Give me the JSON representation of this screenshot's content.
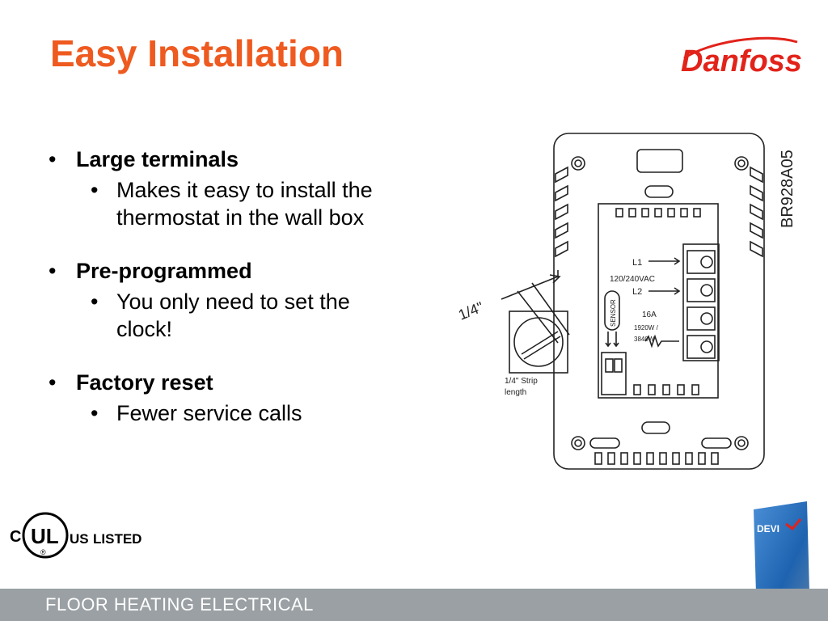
{
  "slide": {
    "title": "Easy Installation",
    "bullets": [
      {
        "label": "Large terminals",
        "sub": [
          "Makes it easy to install the",
          "thermostat in the wall box"
        ]
      },
      {
        "label": "Pre-programmed",
        "sub": [
          "You only need to set the",
          "clock!"
        ]
      },
      {
        "label": "Factory reset",
        "sub": [
          "Fewer service calls"
        ]
      }
    ],
    "bullet_glyph": "•",
    "footer": "FLOOR HEATING ELECTRICAL"
  },
  "logo": {
    "text": "Danfoss",
    "color": "#e2231a"
  },
  "diagram": {
    "code": "BR928A05",
    "dimension": "1/4\"",
    "strip_label_1": "1/4\" Strip",
    "strip_label_2": "length",
    "l1": "L1",
    "voltage": "120/240VAC",
    "l2": "L2",
    "sensor": "SENSOR",
    "amps": "16A",
    "watts_1": "1920W /",
    "watts_2": "3840W"
  },
  "certification": {
    "c": "C",
    "ul": "UL",
    "us": "US",
    "listed": "LISTED",
    "r": "®"
  },
  "devi": {
    "text": "DEVI"
  },
  "colors": {
    "title": "#ee5a1f",
    "footer_bg": "#9aa0a3",
    "footer_text": "#ffffff",
    "devi_blue": "#1e63b0"
  }
}
